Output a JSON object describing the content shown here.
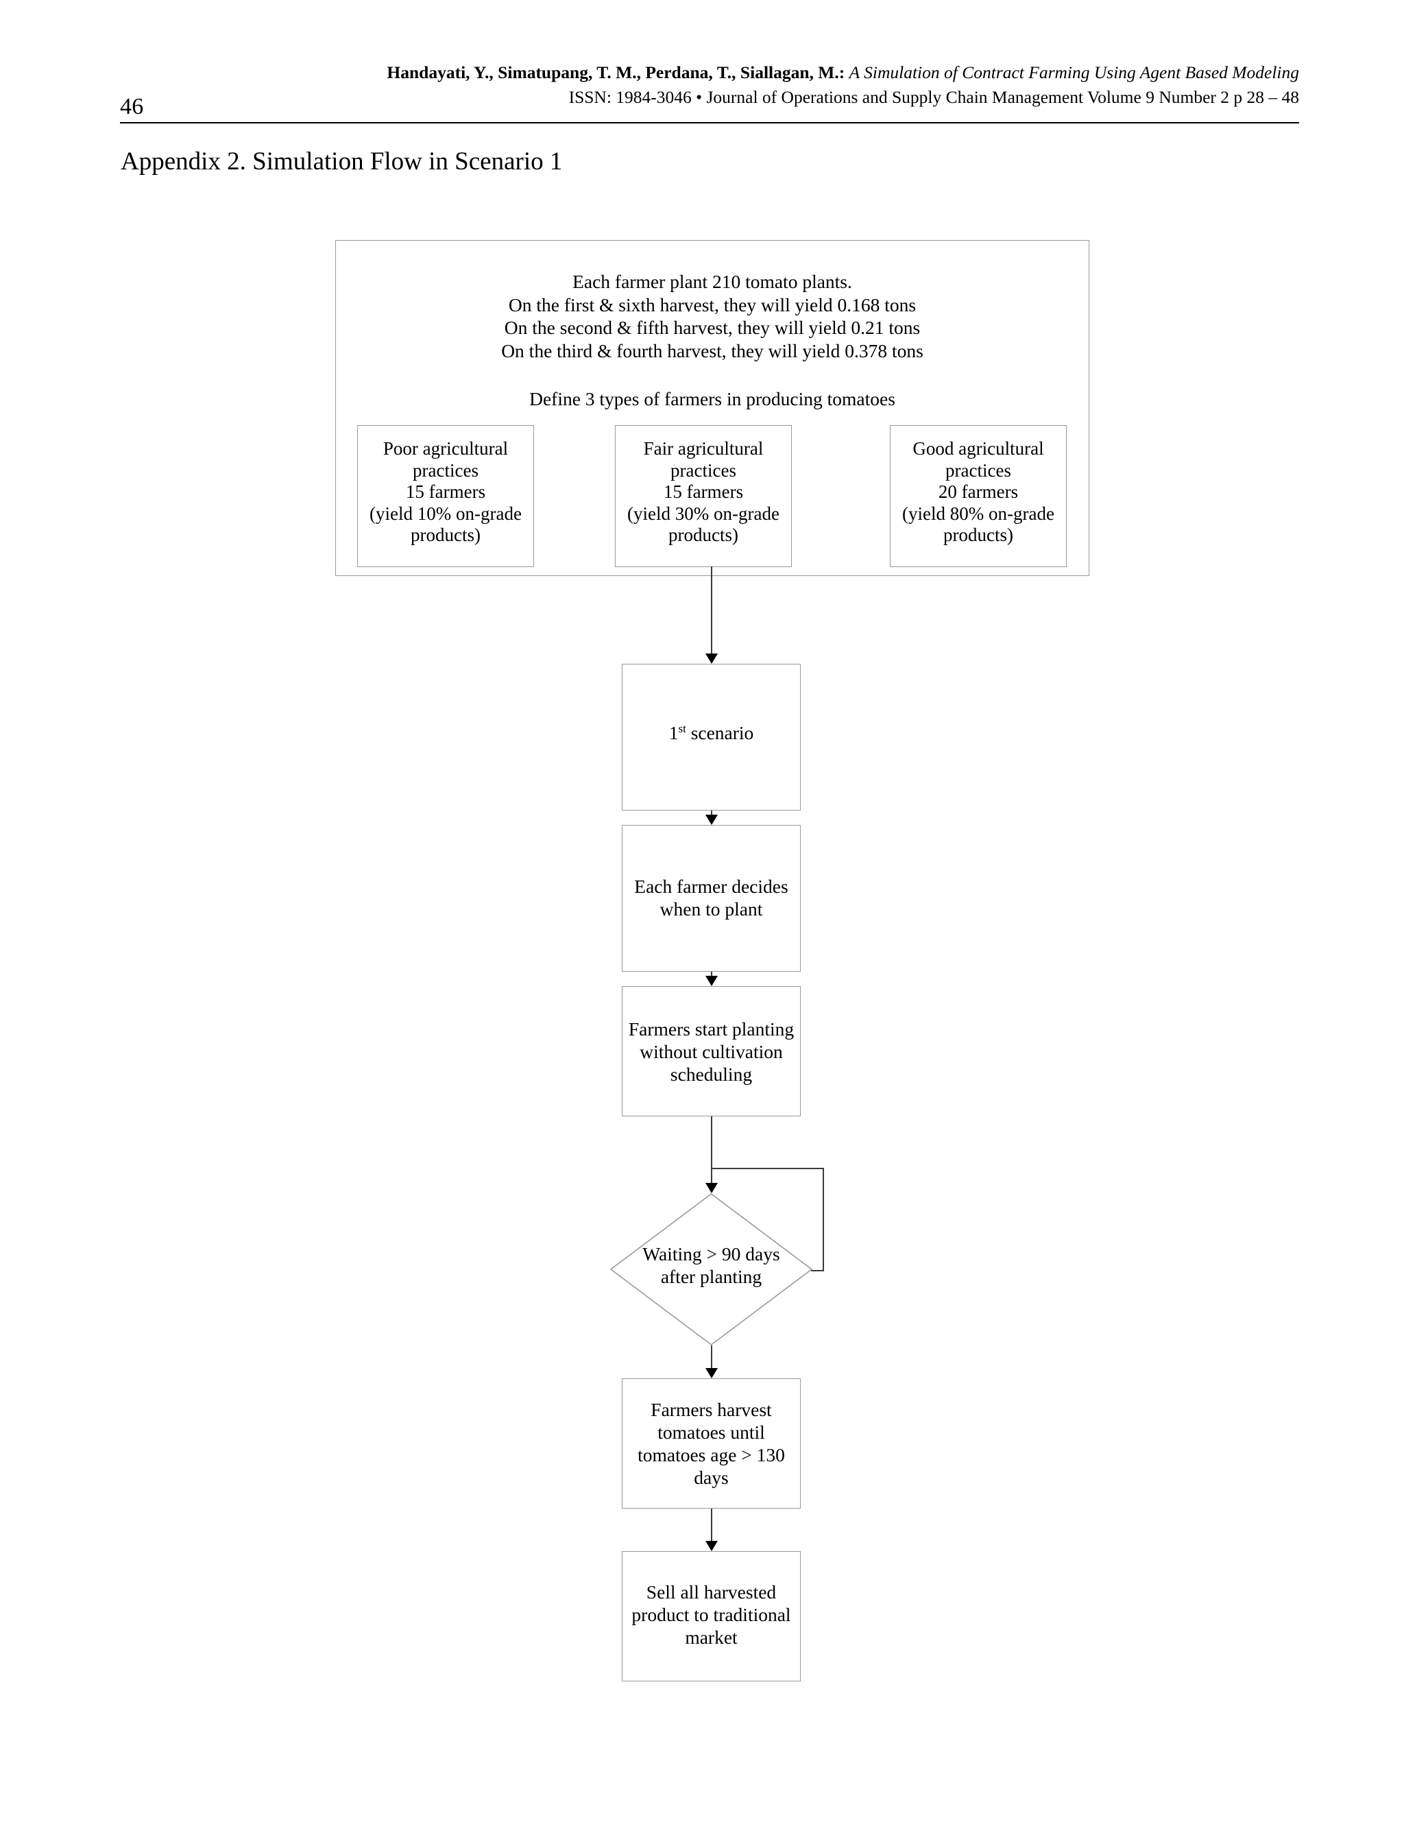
{
  "header": {
    "page_number": "46",
    "authors": "Handayati, Y., Simatupang, T. M., Perdana, T., Siallagan, M.:",
    "article_title": "A Simulation of Contract Farming Using Agent Based Modeling",
    "journal_line": "ISSN: 1984-3046 • Journal of Operations and Supply Chain Management Volume 9 Number 2 p 28 – 48"
  },
  "appendix": {
    "title": "Appendix 2. Simulation Flow in Scenario 1"
  },
  "flow": {
    "setup": {
      "intro_lines": [
        "Each farmer plant 210 tomato plants.",
        "On the first & sixth harvest, they will yield 0.168 tons",
        "On the second & fifth harvest, they will yield 0.21 tons",
        "On the third & fourth harvest, they will yield 0.378 tons"
      ],
      "define_line": "Define 3 types of farmers in producing tomatoes",
      "farmer_types": [
        {
          "label": "Poor agricultural practices 15 farmers (yield 10% on-grade products)",
          "lines": [
            "Poor agricultural",
            "practices",
            "15 farmers",
            "(yield 10% on-grade",
            "products)"
          ]
        },
        {
          "label": "Fair agricultural practices 15 farmers (yield 30% on-grade products)",
          "lines": [
            "Fair agricultural",
            "practices",
            "15 farmers",
            "(yield 30% on-grade",
            "products)"
          ]
        },
        {
          "label": "Good agricultural practices 20 farmers (yield 80% on-grade products)",
          "lines": [
            "Good agricultural",
            "practices",
            "20 farmers",
            "(yield 80% on-grade",
            "products)"
          ]
        }
      ]
    },
    "nodes": {
      "scenario": {
        "prefix": "1",
        "sup": "st",
        "suffix": " scenario"
      },
      "decide": {
        "lines": [
          "Each farmer decides",
          "when to plant"
        ]
      },
      "planting": {
        "lines": [
          "Farmers start planting",
          "without cultivation",
          "scheduling"
        ]
      },
      "wait": {
        "lines": [
          "Waiting > 90 days",
          "after planting"
        ]
      },
      "harvest": {
        "lines": [
          "Farmers harvest",
          "tomatoes until",
          "tomatoes age > 130",
          "days"
        ]
      },
      "sell": {
        "lines": [
          "Sell all harvested",
          "product to traditional",
          "market"
        ]
      }
    }
  },
  "colors": {
    "text": "#000000",
    "node_border": "#9a9a9a",
    "connector": "#3a3a3a",
    "page_background": "#ffffff"
  }
}
